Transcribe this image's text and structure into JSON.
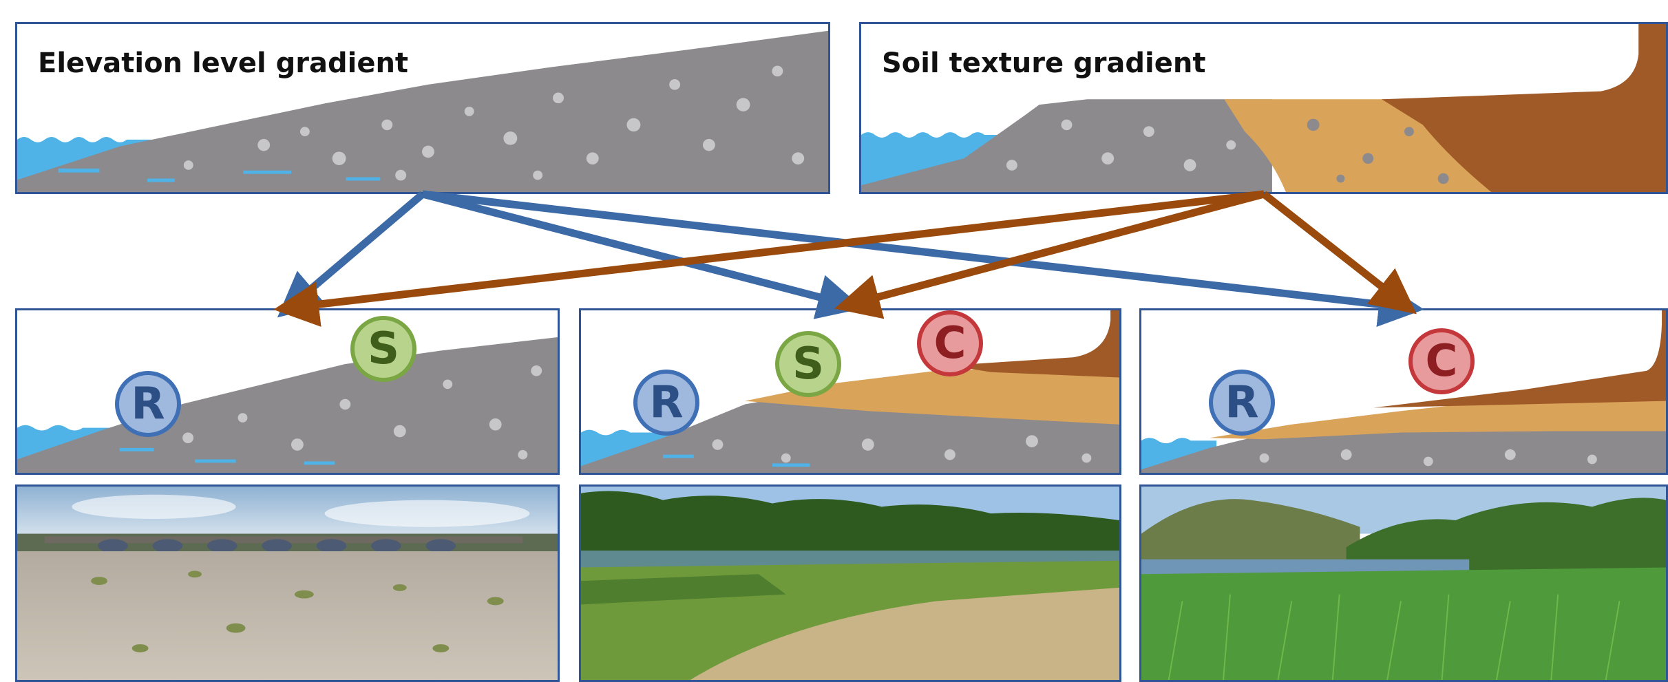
{
  "top_panels": {
    "elevation": {
      "title": "Elevation level gradient"
    },
    "soil": {
      "title": "Soil texture gradient"
    }
  },
  "strategies": {
    "ruderal": "R",
    "stress_tolerant": "S",
    "competitive": "C"
  },
  "photos": {
    "left": "gravel bar with sparse vegetation and stone bridge",
    "middle": "sandy bank with grasses and dense riparian forest",
    "right": "dense reed grassland beside river and wooded hills"
  },
  "colors": {
    "frame": "#2f5597",
    "elevation_arrow": "#3c6aa7",
    "soil_arrow": "#9a4a0c",
    "water": "#4fb3e8",
    "gravel": "#8c8a8d",
    "sand": "#d9a35a",
    "silt": "#a05a28"
  }
}
